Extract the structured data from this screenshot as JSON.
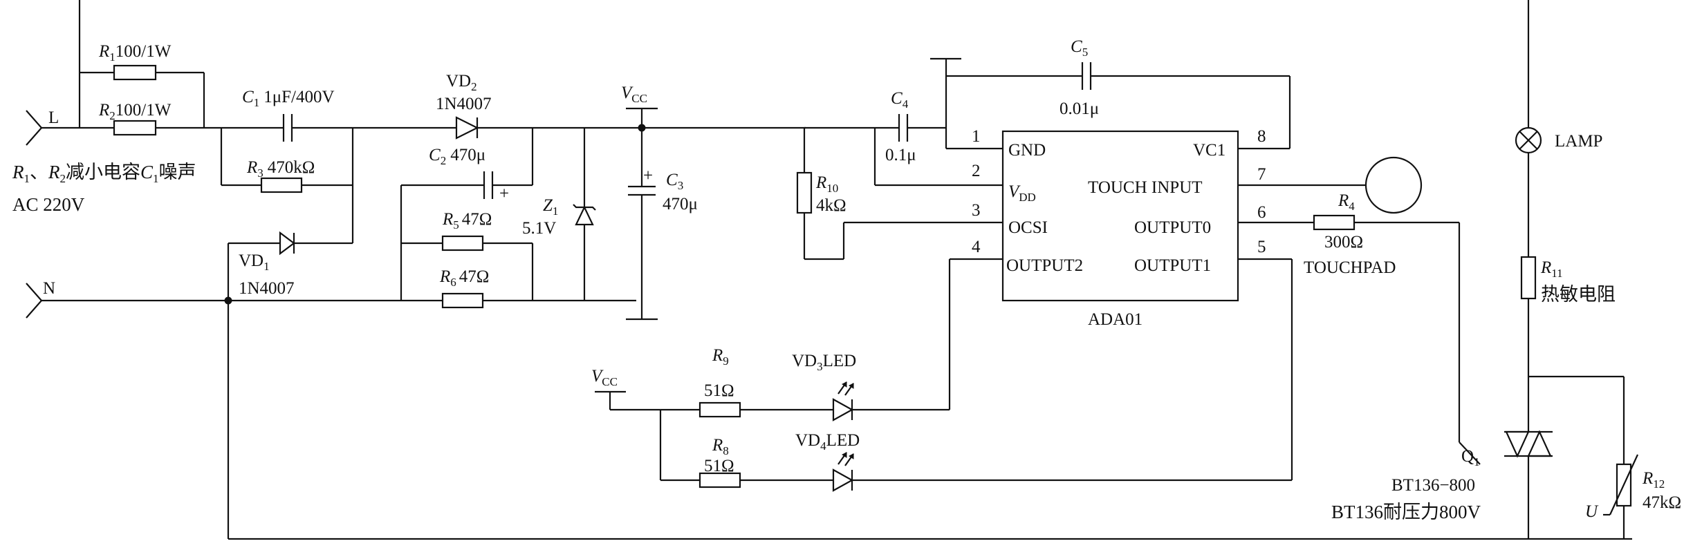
{
  "labels": {
    "R1": "R",
    "R1_sub": "1",
    "R1_val": "100/1W",
    "R2": "R",
    "R2_sub": "2",
    "R2_val": "100/1W",
    "C1": "C",
    "C1_sub": "1",
    "C1_val": "1μF/400V",
    "R3": "R",
    "R3_sub": "3",
    "R3_val": "470kΩ",
    "note_a": "R",
    "note_a_sub": "1",
    "note_sep": "、",
    "note_b": "R",
    "note_b_sub": "2",
    "note_text": "减小电容",
    "note_c": "C",
    "note_c_sub": "1",
    "note_end": "噪声",
    "ac": "AC 220V",
    "L": "L",
    "N": "N",
    "VD1": "VD",
    "VD1_sub": "1",
    "VD1_part": "1N4007",
    "VD2": "VD",
    "VD2_sub": "2",
    "VD2_part": "1N4007",
    "C2": "C",
    "C2_sub": "2",
    "C2_val": "470μ",
    "plus": "+",
    "R5": "R",
    "R5_sub": "5",
    "R5_val": "47Ω",
    "R6": "R",
    "R6_sub": "6",
    "R6_val": "47Ω",
    "Z1": "Z",
    "Z1_sub": "1",
    "Z1_val": "5.1V",
    "VCC": "V",
    "VCC_sub": "CC",
    "C3": "C",
    "C3_sub": "3",
    "C3_val": "470μ",
    "C4": "C",
    "C4_sub": "4",
    "C4_val": "0.1μ",
    "C5": "C",
    "C5_sub": "5",
    "C5_val": "0.01μ",
    "R10": "R",
    "R10_sub": "10",
    "R10_val": "4kΩ",
    "pin1": "1",
    "pin2": "2",
    "pin3": "3",
    "pin4": "4",
    "pin5": "5",
    "pin6": "6",
    "pin7": "7",
    "pin8": "8",
    "GND": "GND",
    "VDD": "V",
    "VDD_sub": "DD",
    "OCSI": "OCSI",
    "OUTPUT2": "OUTPUT2",
    "VC1": "VC1",
    "TOUCH_INPUT": "TOUCH INPUT",
    "OUTPUT0": "OUTPUT0",
    "OUTPUT1": "OUTPUT1",
    "chip": "ADA01",
    "R4": "R",
    "R4_sub": "4",
    "R4_val": "300Ω",
    "touchpad": "TOUCHPAD",
    "VCC2": "V",
    "VCC2_sub": "CC",
    "R9": "R",
    "R9_sub": "9",
    "R9_val": "51Ω",
    "R8": "R",
    "R8_sub": "8",
    "R8_val": "51Ω",
    "VD3": "VD",
    "VD3_sub": "3",
    "VD3_led": "LED",
    "VD4": "VD",
    "VD4_sub": "4",
    "VD4_led": "LED",
    "lamp": "LAMP",
    "R11": "R",
    "R11_sub": "11",
    "R11_desc": "热敏电阻",
    "Q1": "Q",
    "Q1_sub": "1",
    "Q1_part": "BT136−800",
    "Q1_note": "BT136耐压力800V",
    "R12": "R",
    "R12_sub": "12",
    "R12_val": "47kΩ",
    "U": "U"
  }
}
